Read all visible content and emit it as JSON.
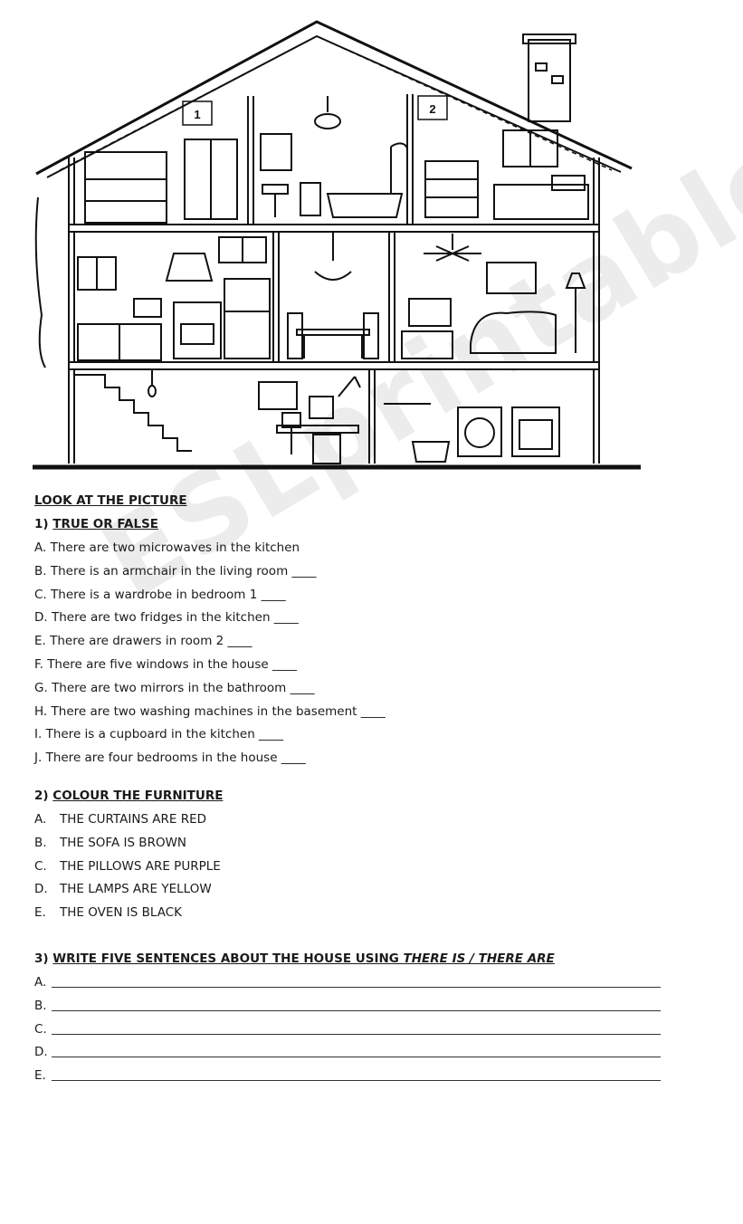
{
  "watermark": "ESLprintables.com",
  "picture": {
    "room_labels": [
      "1",
      "2"
    ]
  },
  "section_intro": "LOOK AT THE PICTURE",
  "section1": {
    "number": "1)",
    "title": "TRUE OR FALSE",
    "items": [
      {
        "letter": "A.",
        "text": "There are two microwaves in the kitchen"
      },
      {
        "letter": "B.",
        "text": "There is an armchair in the living room ____"
      },
      {
        "letter": "C.",
        "text": "There is a wardrobe in bedroom 1 ____"
      },
      {
        "letter": "D.",
        "text": "There are two fridges in the kitchen ____"
      },
      {
        "letter": "E.",
        "text": "There are drawers in room 2 ____"
      },
      {
        "letter": "F.",
        "text": "There are five windows in the house ____"
      },
      {
        "letter": "G.",
        "text": "There are two mirrors in the bathroom ____"
      },
      {
        "letter": "H.",
        "text": "There are two washing machines in the basement ____"
      },
      {
        "letter": "I.",
        "text": "There is a cupboard in the kitchen ____"
      },
      {
        "letter": "J.",
        "text": "There are four bedrooms in the house ____"
      }
    ]
  },
  "section2": {
    "number": "2)",
    "title": "COLOUR THE FURNITURE",
    "items": [
      {
        "letter": "A.",
        "text": "THE CURTAINS ARE RED"
      },
      {
        "letter": "B.",
        "text": "THE SOFA IS BROWN"
      },
      {
        "letter": "C.",
        "text": "THE PILLOWS ARE PURPLE"
      },
      {
        "letter": "D.",
        "text": "THE LAMPS ARE YELLOW"
      },
      {
        "letter": "E.",
        "text": "THE OVEN IS BLACK"
      }
    ]
  },
  "section3": {
    "number": "3)",
    "title_plain": "WRITE FIVE SENTENCES ABOUT THE HOUSE USING ",
    "title_italic": "THERE IS / THERE ARE",
    "lines": [
      "A.",
      "B.",
      "C.",
      "D.",
      "E."
    ]
  }
}
